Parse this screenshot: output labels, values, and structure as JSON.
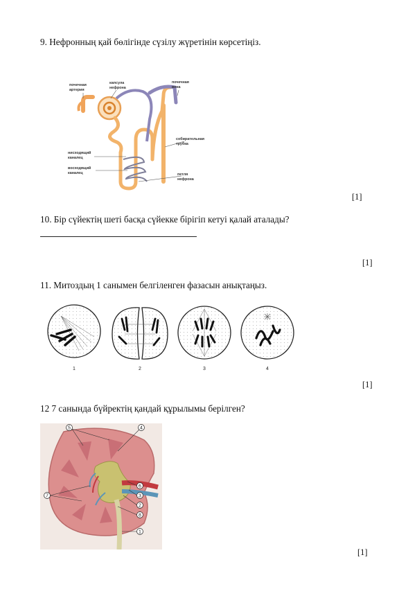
{
  "questions": [
    {
      "text": "9. Нефронның қай бөлігінде сүзілу жүретінін көрсетіңіз.",
      "mark": "[1]"
    },
    {
      "text": "10. Бір сүйектің шеті басқа сүйекке бірігіп кетуі қалай аталады?",
      "mark": "[1]"
    },
    {
      "text": "11. Митоздың 1 санымен белгіленген фазасын анықтаңыз.",
      "mark": "[1]"
    },
    {
      "text": "12 7 санында бүйректің қандай құрылымы берілген?",
      "mark": "[1]"
    }
  ],
  "nephron_labels": {
    "artery": [
      "почечная",
      "артерия"
    ],
    "capsule": [
      "капсула",
      "нефрона"
    ],
    "vein": [
      "почечная",
      "вена"
    ],
    "collecting": [
      "собирательная",
      "трубка"
    ],
    "descending": [
      "нисходящий",
      "каналец"
    ],
    "ascending": [
      "восходящий",
      "каналец"
    ],
    "loop": [
      "петля",
      "нефрона"
    ]
  },
  "mitosis_labels": [
    "1",
    "2",
    "3",
    "4"
  ],
  "kidney_labels": [
    "5",
    "4",
    "6",
    "3",
    "7",
    "2",
    "8",
    "1"
  ],
  "colors": {
    "nephron_tube": "#f2b36a",
    "nephron_vein": "#8c86b8",
    "kidney_tissue": "#dc8f8e",
    "kidney_pelvis": "#c9c170",
    "kidney_artery": "#c23a3f",
    "kidney_vein": "#5b95b8"
  }
}
